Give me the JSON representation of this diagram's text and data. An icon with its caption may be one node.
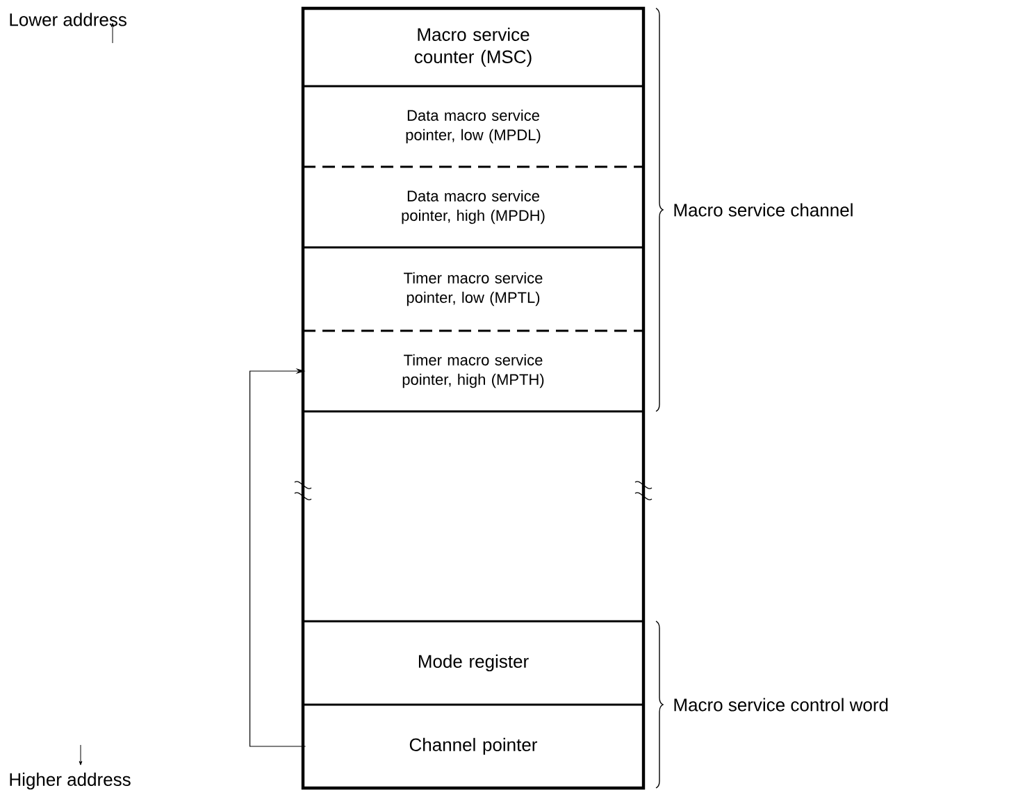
{
  "diagram": {
    "nodes": [
      {
        "text": [
          "Macro service counter (MSC)"
        ]
      },
      {
        "text": [
          "Data macro service pointer, low (MPDL)"
        ]
      },
      {
        "text": [
          "Data macro service pointer, high (MPDH)"
        ]
      },
      {
        "text": [
          "Timer macro service pointer, low (MPTL)"
        ]
      },
      {
        "text": [
          "Timer macro service pointer, high (MPTH)"
        ]
      },
      {
        "text": [
          "Mode register"
        ]
      },
      {
        "text": [
          "Channel pointer"
        ]
      }
    ],
    "edges": [
      {
        "from": 6,
        "to": 4,
        "arrow": "to"
      }
    ],
    "labels": [
      "Lower address",
      "Macro service channel",
      "Macro service control word",
      "Higher address"
    ]
  }
}
